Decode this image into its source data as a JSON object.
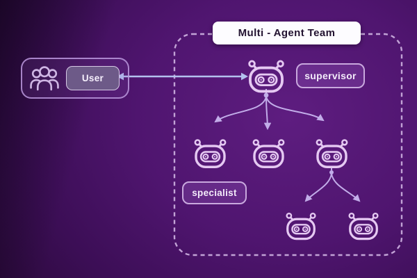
{
  "title": {
    "label": "Multi - Agent Team"
  },
  "user_panel": {
    "label": "User",
    "icon": "users-group-icon"
  },
  "team_panel": {
    "supervisor": {
      "label": "supervisor",
      "icon": "robot-icon"
    },
    "specialist": {
      "label": "specialist",
      "icon": "robot-icon"
    },
    "specialist_count": 3,
    "sub_agent_count": 2
  },
  "connections": {
    "user_supervisor": "bidirectional-arrow",
    "supervisor_to_specialists": "one-to-three-fanout",
    "specialist_to_sub_agents": "one-to-two-fanout"
  },
  "colors": {
    "background_center": "#5c1b7d",
    "background_edge": "#23082f",
    "robot_outline": "#e5c9f2",
    "user_arrow": "#b3c1ee",
    "tree_arrow": "#c2ade9",
    "dashed_border": "#c2a3d6",
    "title_bg": "#fdfcff",
    "title_text": "#221230",
    "label_border": "#c9a9de",
    "label_text": "#f3ebfa",
    "user_button_bg": "#6d5a88"
  }
}
